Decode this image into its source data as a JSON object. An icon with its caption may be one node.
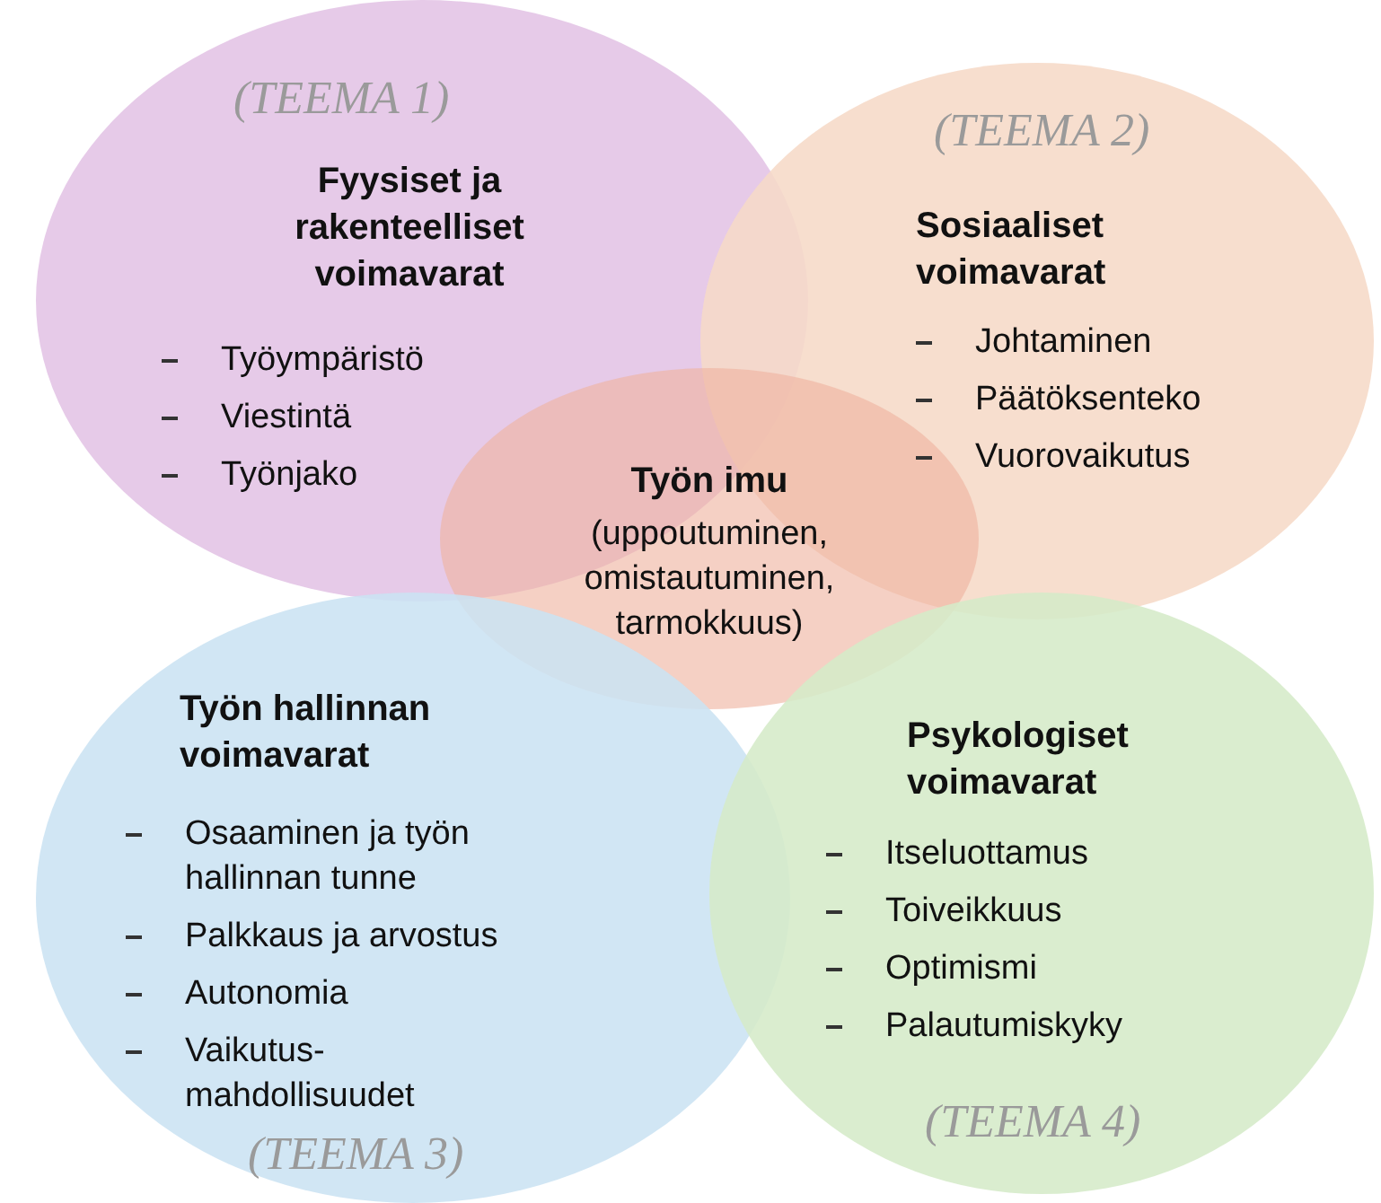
{
  "diagram": {
    "nodes": [
      {
        "text": [
          "(TEEMA 1)",
          "Fyysiset ja rakenteelliset voimavarat",
          "Työympäristö",
          "Viestintä",
          "Työnjako"
        ]
      },
      {
        "text": [
          "(TEEMA 2)",
          "Sosiaaliset voimavarat",
          "Johtaminen",
          "Päätöksenteko",
          "Vuorovaikutus"
        ]
      },
      {
        "text": [
          "Työn imu",
          "(uppoutuminen, omistautuminen, tarmokkuus)"
        ]
      },
      {
        "text": [
          "Työn hallinnan voimavarat",
          "Osaaminen ja työn hallinnan tunne",
          "Palkkaus ja arvostus",
          "Autonomia",
          "Vaikutus- mahdollisuudet",
          "(TEEMA 3)"
        ]
      },
      {
        "text": [
          "Psykologiset voimavarat",
          "Itseluottamus",
          "Toiveikkuus",
          "Optimismi",
          "Palautumiskyky",
          "(TEEMA 4)"
        ]
      }
    ]
  }
}
